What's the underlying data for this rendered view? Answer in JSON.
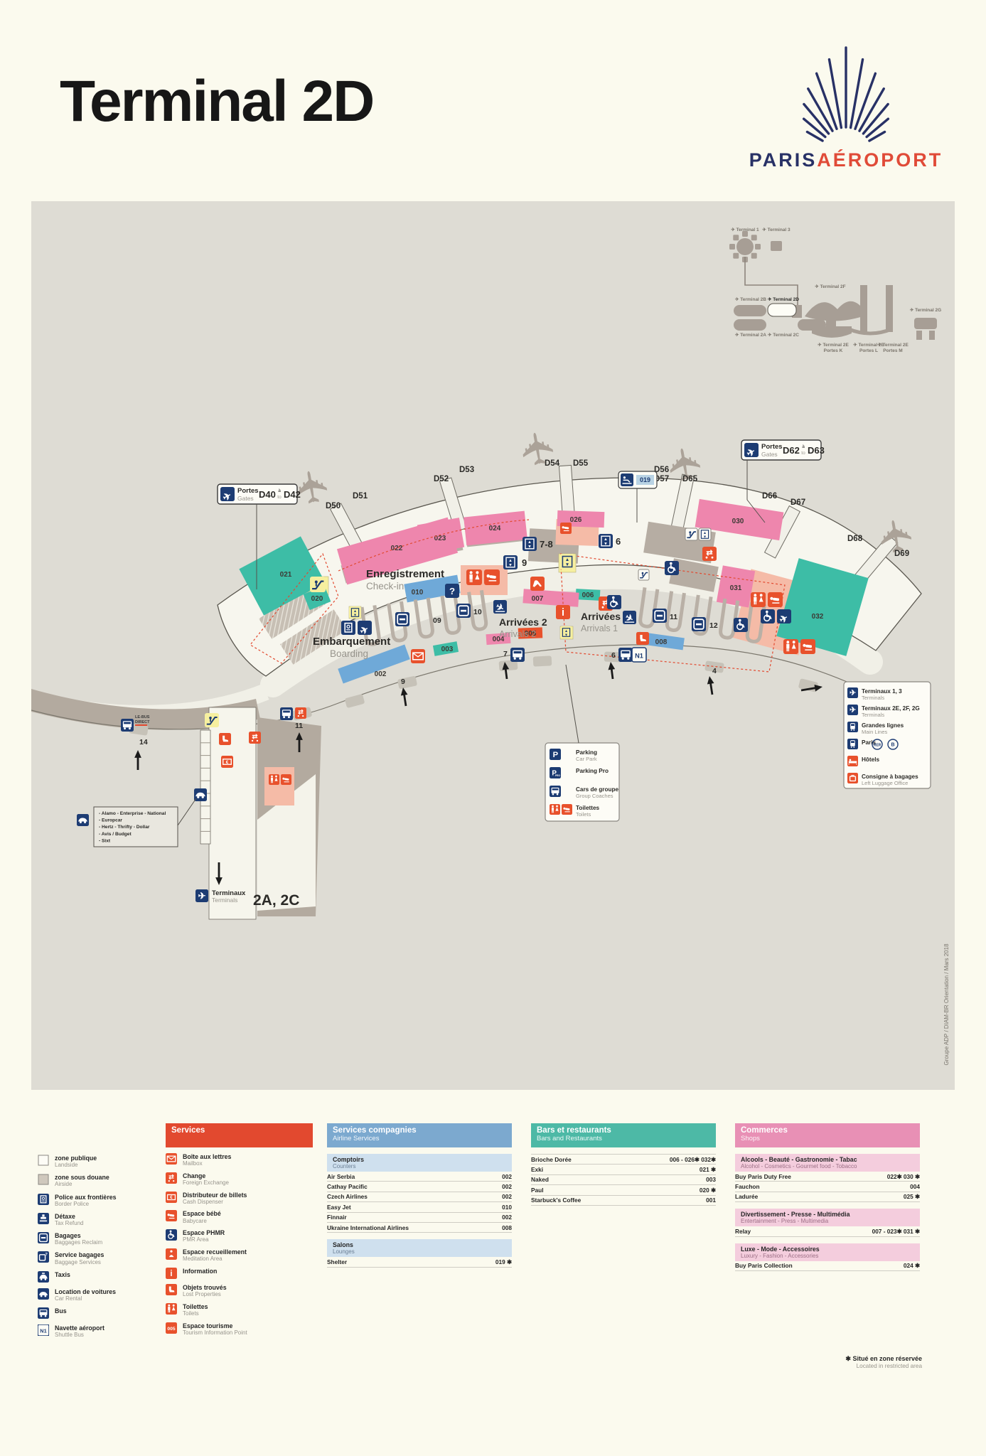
{
  "title": "Terminal 2D",
  "brand": {
    "word1": "PARIS",
    "word2": "AÉROPORT"
  },
  "palette": {
    "navy": "#1d3c73",
    "orange": "#e8512c",
    "red_header": "#e2492f",
    "pink": "#ee86ad",
    "pink_header": "#e890b5",
    "pink_light": "#f4cddd",
    "salmon": "#f5bba7",
    "teal": "#3dbda6",
    "teal_header": "#4db9a6",
    "blue": "#6fa9d8",
    "blue_header": "#7ca9cf",
    "blue_light": "#cfe0ee",
    "yellow": "#f6ef9f",
    "taupe": "#b3aa9f",
    "cream": "#fbfaee",
    "map_gray": "#dedcd4"
  },
  "minimap": {
    "terminals": [
      {
        "label": "Terminal 1"
      },
      {
        "label": "Terminal 3"
      },
      {
        "label": "Terminal 2B"
      },
      {
        "label": "Terminal 2D",
        "current": true
      },
      {
        "label": "Terminal 2F"
      },
      {
        "label": "Terminal 2A"
      },
      {
        "label": "Terminal 2C"
      },
      {
        "label": "Terminal 2E",
        "sub": "Portes K"
      },
      {
        "label": "Terminal 2E",
        "sub": "Portes L"
      },
      {
        "label": "Terminal 2E",
        "sub": "Portes M"
      },
      {
        "label": "Terminal 2G"
      }
    ]
  },
  "map": {
    "gate_sign_1": {
      "fr": "Portes",
      "en": "Gates",
      "from": "D40",
      "link_fr": "à",
      "link_en": "to",
      "to": "D42"
    },
    "gate_sign_2": {
      "fr": "Portes",
      "en": "Gates",
      "from": "D62",
      "link_fr": "à",
      "link_en": "to",
      "to": "D63"
    },
    "gates": [
      "D50",
      "D51",
      "D52",
      "D53",
      "D54",
      "D55",
      "D56",
      "D57",
      "D65",
      "D66",
      "D67",
      "D68",
      "D69"
    ],
    "areas": {
      "checkin": {
        "fr": "Enregistrement",
        "en": "Check-in"
      },
      "boarding": {
        "fr": "Embarquement",
        "en": "Boarding"
      },
      "arrivals2": {
        "fr": "Arrivées 2",
        "en": "Arrivals 2"
      },
      "arrivals1": {
        "fr": "Arrivées 1",
        "en": "Arrivals 1"
      }
    },
    "blocks": [
      {
        "id": "002",
        "category": "airline"
      },
      {
        "id": "003",
        "category": "restaurant"
      },
      {
        "id": "004",
        "category": "shop"
      },
      {
        "id": "005",
        "category": "service"
      },
      {
        "id": "006",
        "category": "restaurant"
      },
      {
        "id": "007",
        "category": "shop"
      },
      {
        "id": "008",
        "category": "airline"
      },
      {
        "id": "010",
        "category": "airline"
      },
      {
        "id": "020",
        "category": "restaurant"
      },
      {
        "id": "021",
        "category": "restaurant"
      },
      {
        "id": "022",
        "category": "shop"
      },
      {
        "id": "023",
        "category": "shop"
      },
      {
        "id": "024",
        "category": "shop"
      },
      {
        "id": "026",
        "category": "shop"
      },
      {
        "id": "030",
        "category": "shop"
      },
      {
        "id": "031",
        "category": "shop"
      },
      {
        "id": "032",
        "category": "restaurant"
      }
    ],
    "islands": [
      "09",
      "10",
      "11",
      "12"
    ],
    "elevator_points": [
      "9",
      "7-8",
      "6"
    ],
    "stops": [
      "14",
      "11",
      "9",
      "7",
      "6",
      "4"
    ],
    "shuttle_badge": "N1",
    "bus_direct": "LE BUS DIRECT",
    "lounge_sign": "019",
    "car_rental": {
      "lines": [
        "- Alamo - Enterprise - National",
        "- Europcar",
        "- Hertz - Thrifty - Dollar",
        "- Avis / Budget",
        "- Sixt"
      ]
    },
    "parking_legend": [
      {
        "fr": "Parking",
        "en": "Car Park",
        "icon": "parking"
      },
      {
        "fr": "Parking Pro",
        "en": "",
        "icon": "parkingpro"
      },
      {
        "fr": "Cars de groupe",
        "en": "Group Coaches",
        "icon": "bus"
      },
      {
        "fr": "Toilettes",
        "en": "Toilets",
        "icon": "toilets"
      }
    ],
    "terminals_legend": [
      {
        "fr": "Terminaux 1, 3",
        "en": "Terminals",
        "icon": "plane"
      },
      {
        "fr": "Terminaux 2E, 2F, 2G",
        "en": "Terminals",
        "icon": "plane"
      },
      {
        "fr": "Grandes lignes",
        "en": "Main Lines",
        "icon": "train"
      },
      {
        "fr": "Paris",
        "en": "",
        "icon": "train",
        "badges": [
          "RER",
          "B"
        ]
      },
      {
        "fr": "Hôtels",
        "en": "",
        "icon": "hotel"
      },
      {
        "fr": "Consigne à bagages",
        "en": "Left Luggage Office",
        "icon": "luggage"
      }
    ],
    "exit_sign": {
      "fr": "Terminaux",
      "en": "Terminals",
      "value": "2A, 2C"
    },
    "credit": "Groupe ADP / DIAM-BR    Orientation / Mars 2018"
  },
  "legend_left": [
    {
      "fr": "zone publique",
      "en": "Landside",
      "icon": "swatch-public"
    },
    {
      "fr": "zone sous douane",
      "en": "Airside",
      "icon": "swatch-airside"
    },
    {
      "fr": "Police aux frontières",
      "en": "Border Police",
      "icon": "passport"
    },
    {
      "fr": "Détaxe",
      "en": "Tax Refund",
      "icon": "detaxe"
    },
    {
      "fr": "Bagages",
      "en": "Baggages Reclaim",
      "icon": "carousel"
    },
    {
      "fr": "Service bagages",
      "en": "Baggage Services",
      "icon": "bagq"
    },
    {
      "fr": "Taxis",
      "en": "",
      "icon": "taxi"
    },
    {
      "fr": "Location de voitures",
      "en": "Car Rental",
      "icon": "car"
    },
    {
      "fr": "Bus",
      "en": "",
      "icon": "bus"
    },
    {
      "fr": "Navette aéroport",
      "en": "Shuttle Bus",
      "icon": "n1badge"
    }
  ],
  "services": {
    "title": "Services",
    "items": [
      {
        "fr": "Boîte aux lettres",
        "en": "Mailbox",
        "icon": "mail"
      },
      {
        "fr": "Change",
        "en": "Foreign Exchange",
        "icon": "change"
      },
      {
        "fr": "Distributeur de billets",
        "en": "Cash Dispenser",
        "icon": "cash"
      },
      {
        "fr": "Espace bébé",
        "en": "Babycare",
        "icon": "baby"
      },
      {
        "fr": "Espace PHMR",
        "en": "PMR Area",
        "icon": "pmr",
        "navy": true
      },
      {
        "fr": "Espace recueillement",
        "en": "Meditation Area",
        "icon": "meditation"
      },
      {
        "fr": "Information",
        "en": "",
        "icon": "info"
      },
      {
        "fr": "Objets trouvés",
        "en": "Lost Properties",
        "icon": "lost"
      },
      {
        "fr": "Toilettes",
        "en": "Toilets",
        "icon": "toilets"
      },
      {
        "fr": "Espace tourisme",
        "en": "Tourism Information Point",
        "icon": "badge005",
        "badge": "005"
      }
    ]
  },
  "airlines": {
    "title_fr": "Services compagnies",
    "title_en": "Airline Services",
    "sections": [
      {
        "header_fr": "Comptoirs",
        "header_en": "Counters",
        "rows": [
          {
            "name": "Air Serbia",
            "loc": "002"
          },
          {
            "name": "Cathay Pacific",
            "loc": "002"
          },
          {
            "name": "Czech Airlines",
            "loc": "002"
          },
          {
            "name": "Easy Jet",
            "loc": "010"
          },
          {
            "name": "Finnair",
            "loc": "002"
          },
          {
            "name": "Ukraine International Airlines",
            "loc": "008"
          }
        ]
      },
      {
        "header_fr": "Salons",
        "header_en": "Lounges",
        "rows": [
          {
            "name": "Shelter",
            "loc": "019 ✱"
          }
        ]
      }
    ]
  },
  "bars": {
    "title_fr": "Bars et restaurants",
    "title_en": "Bars and Restaurants",
    "rows": [
      {
        "name": "Brioche Dorée",
        "loc": "006 - 026✱ 032✱"
      },
      {
        "name": "Exki",
        "loc": "021 ✱"
      },
      {
        "name": "Naked",
        "loc": "003"
      },
      {
        "name": "Paul",
        "loc": "020 ✱"
      },
      {
        "name": "Starbuck's Coffee",
        "loc": "001"
      }
    ]
  },
  "shops": {
    "title_fr": "Commerces",
    "title_en": "Shops",
    "sections": [
      {
        "header_fr": "Alcools - Beauté - Gastronomie - Tabac",
        "header_en": "Alcohol - Cosmetics - Gourmet food - Tobacco",
        "rows": [
          {
            "name": "Buy Paris Duty Free",
            "loc": "022✱ 030 ✱"
          },
          {
            "name": "Fauchon",
            "loc": "004"
          },
          {
            "name": "Ladurée",
            "loc": "025 ✱"
          }
        ]
      },
      {
        "header_fr": "Divertissement - Presse - Multimédia",
        "header_en": "Entertainment - Press - Multimedia",
        "rows": [
          {
            "name": "Relay",
            "loc": "007 - 023✱ 031 ✱"
          }
        ]
      },
      {
        "header_fr": "Luxe - Mode - Accessoires",
        "header_en": "Luxury - Fashion - Accessories",
        "rows": [
          {
            "name": "Buy Paris Collection",
            "loc": "024 ✱"
          }
        ]
      }
    ]
  },
  "footnote": {
    "star": "✱",
    "fr": "Situé en zone réservée",
    "en": "Located in restricted area"
  }
}
